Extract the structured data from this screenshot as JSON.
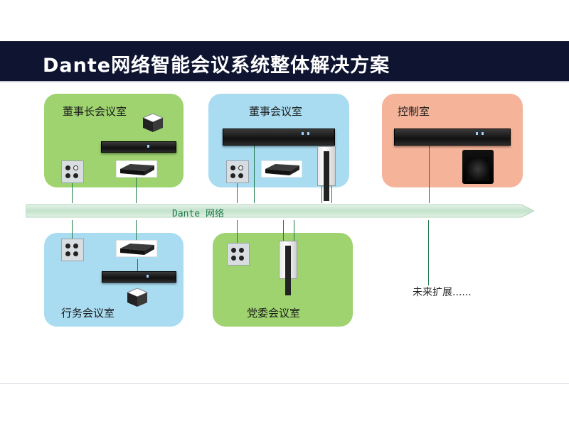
{
  "title": "Dante网络智能会议系统整体解决方案",
  "network": {
    "label": "Dante 网络",
    "arrow_color": "#cde6d4"
  },
  "rooms": {
    "chairman": {
      "label": "董事长会议室",
      "color": "#9ed36f"
    },
    "board": {
      "label": "董事会议室",
      "color": "#a9dcf1"
    },
    "control": {
      "label": "控制室",
      "color": "#f5b49a"
    },
    "admin": {
      "label": "行务会议室",
      "color": "#a9dcf1"
    },
    "party": {
      "label": "党委会议室",
      "color": "#9ed36f"
    }
  },
  "future": {
    "label": "未来扩展......"
  },
  "colors": {
    "title_bg": "#0f1430",
    "wire": "#1f7a4a"
  },
  "icons": {
    "rack_processor": "rack-processor-icon",
    "network_box": "network-endpoint-icon",
    "wall_panel": "wall-control-panel-icon",
    "ceiling_mic": "ceiling-speaker-icon",
    "column_speaker": "column-speaker-icon",
    "compact_speaker": "compact-speaker-icon"
  }
}
